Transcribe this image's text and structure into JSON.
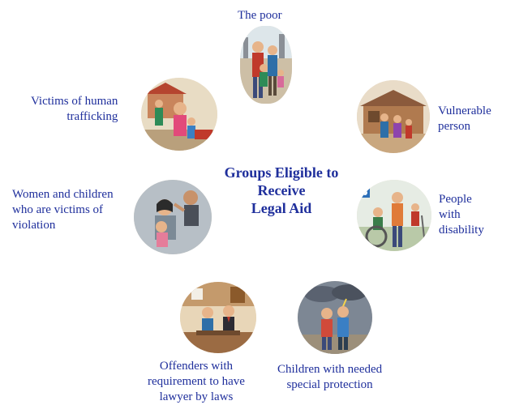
{
  "center": {
    "title_line1": "Groups Eligible to",
    "title_line2": "Receive",
    "title_line3": "Legal Aid"
  },
  "groups": {
    "poor": "The poor",
    "vulnerable": "Vulnerable\nperson",
    "disability": "People\nwith\ndisability",
    "children_protection": "Children with needed\nspecial protection",
    "offenders": "Offenders with\nrequirement to have\nlawyer by laws",
    "women_children": "Women and children\nwho are victims of\nviolation",
    "trafficking": "Victims of human\ntrafficking"
  },
  "icons": {
    "poor": "poor-family-illustration",
    "vulnerable": "vulnerable-family-house-illustration",
    "disability": "wheelchair-disability-illustration",
    "children_protection": "children-storm-illustration",
    "offenders": "lawyer-office-illustration",
    "women_children": "crying-mother-child-illustration",
    "trafficking": "human-trafficking-illustration"
  }
}
